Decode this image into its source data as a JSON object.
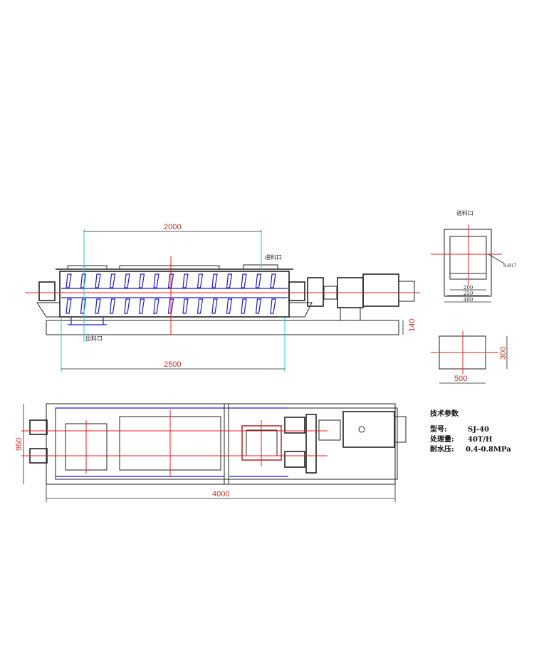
{
  "drawing": {
    "side_view": {
      "dim_top": "2000",
      "dim_bottom": "2500",
      "dim_height": "140",
      "inlet_label": "进料口",
      "outlet_label": "出料口"
    },
    "inlet_detail": {
      "title": "进料口",
      "hole_note": "8-Ø17",
      "dims": [
        "200",
        "250",
        "400"
      ]
    },
    "outlet_detail": {
      "width": "500",
      "height": "300"
    },
    "plan_view": {
      "dim_width": "950",
      "dim_length": "4000"
    },
    "tech_params": {
      "title": "技术参数",
      "rows": [
        {
          "label": "型号:",
          "value": "SJ-40"
        },
        {
          "label": "处理量:",
          "value": "40T/H"
        },
        {
          "label": "耐水压:",
          "value": "0.4-0.8MPa"
        }
      ]
    },
    "colors": {
      "center_line": "#e02020",
      "paddle": "#1a1ad8",
      "extension": "#22c8d8",
      "dim_text": "#d02a2a"
    }
  }
}
